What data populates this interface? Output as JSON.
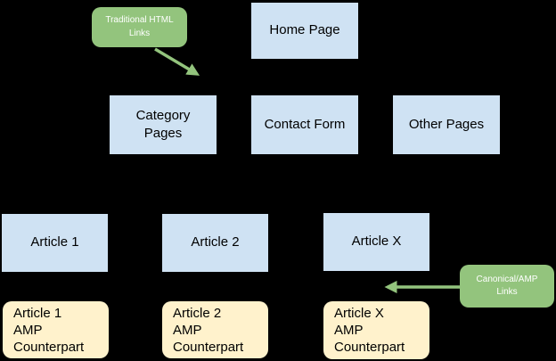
{
  "title": "AMP site structure diagram",
  "colors": {
    "background": "#000000",
    "page_box": "#cfe2f3",
    "amp_box": "#fff2cc",
    "callout": "#93c47d",
    "callout_text": "#ffffff",
    "box_text": "#000000"
  },
  "nodes": {
    "home": {
      "label": "Home Page"
    },
    "category": {
      "label": "Category\nPages"
    },
    "contact": {
      "label": "Contact Form"
    },
    "other": {
      "label": "Other Pages"
    },
    "article1": {
      "label": "Article 1"
    },
    "article2": {
      "label": "Article 2"
    },
    "articleX": {
      "label": "Article X"
    },
    "amp1": {
      "label": "Article 1\nAMP\nCounterpart"
    },
    "amp2": {
      "label": "Article 2\nAMP\nCounterpart"
    },
    "ampX": {
      "label": "Article X\nAMP\nCounterpart"
    }
  },
  "callouts": {
    "traditional": {
      "label": "Traditional HTML\nLinks"
    },
    "canonical": {
      "label": "Canonical/AMP\nLinks"
    }
  }
}
